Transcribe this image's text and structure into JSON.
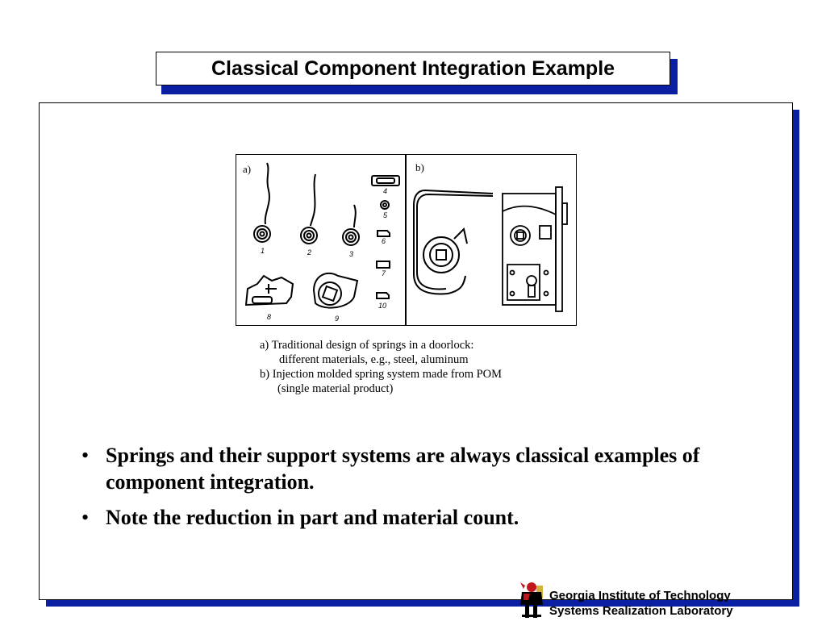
{
  "title": "Classical Component Integration Example",
  "figure": {
    "panel_a_label": "a)",
    "panel_b_label": "b)",
    "part_numbers": [
      "1",
      "2",
      "3",
      "4",
      "5",
      "6",
      "7",
      "8",
      "9",
      "10"
    ]
  },
  "caption": {
    "lines": [
      "a)  Traditional design of springs in a doorlock:",
      "different materials, e.g., steel, aluminum",
      "b)  Injection molded spring system made from POM",
      "(single material product)"
    ]
  },
  "bullets": [
    "Springs and their support systems are always classical examples of component integration.",
    "Note the reduction in part and material count."
  ],
  "footer": {
    "line1": "Georgia Institute of Technology",
    "line2": "Systems Realization Laboratory"
  },
  "colors": {
    "shadow_blue": "#0b1fa3",
    "logo_red": "#c0161c",
    "logo_gold": "#d4b13a"
  }
}
